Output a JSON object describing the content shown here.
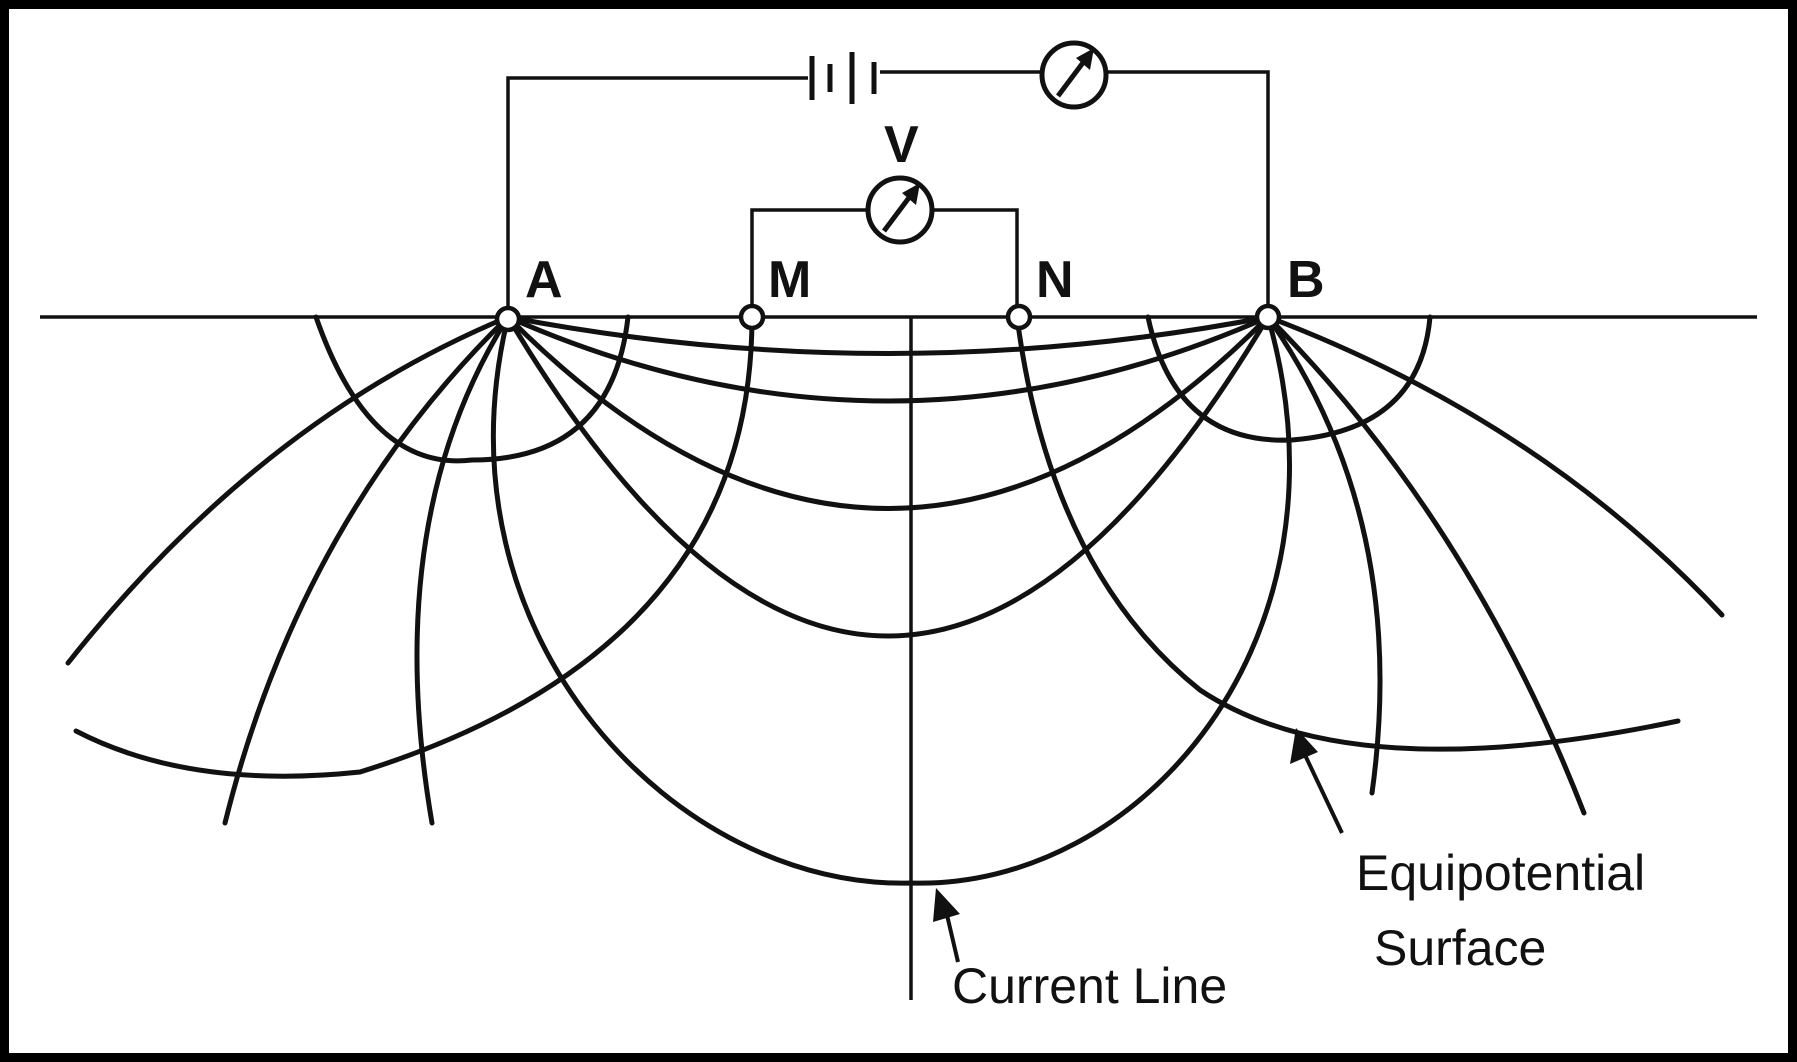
{
  "diagram": {
    "electrodes": {
      "a": "A",
      "m": "M",
      "n": "N",
      "b": "B"
    },
    "voltmeter_label": "V",
    "annotations": {
      "equipotential_line1": "Equipotential",
      "equipotential_line2": "Surface",
      "current_line": "Current Line"
    },
    "icons": {
      "battery": "battery-icon",
      "ammeter": "ammeter-icon",
      "voltmeter": "voltmeter-icon"
    },
    "colors": {
      "ink": "#111111",
      "background": "#ffffff",
      "border": "#000000"
    }
  }
}
